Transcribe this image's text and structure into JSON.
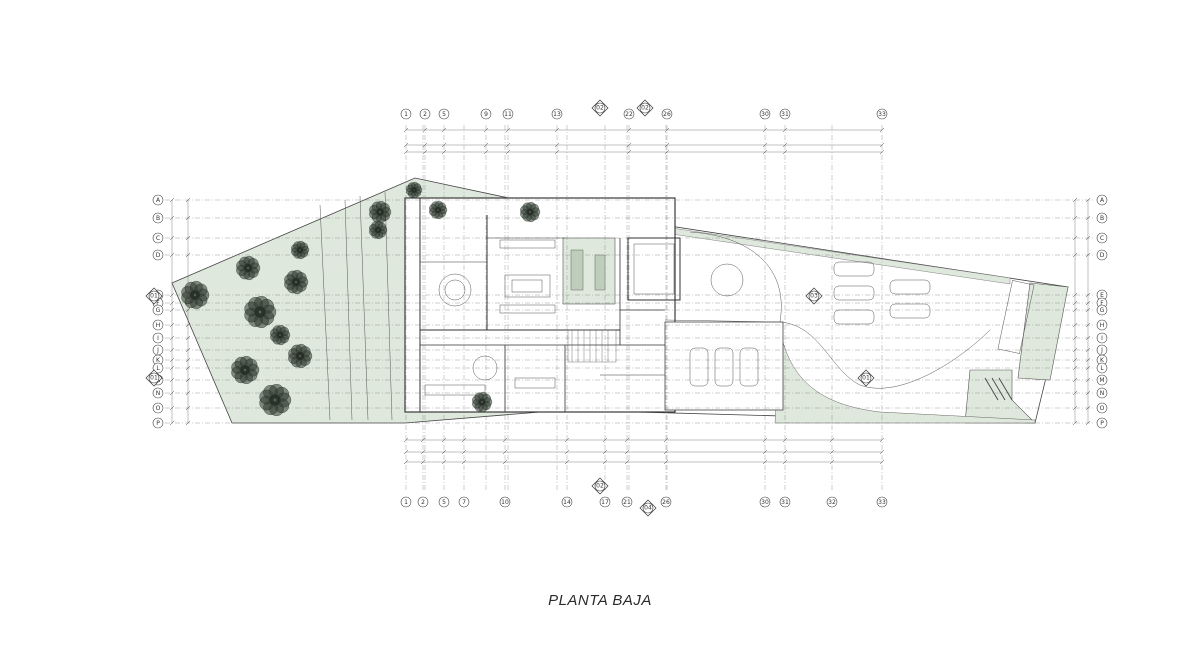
{
  "caption": "PLANTA BAJA",
  "axes": {
    "top": [
      "1",
      "2",
      "5",
      "9",
      "11",
      "13",
      "22",
      "26",
      "30",
      "31",
      "33"
    ],
    "bottom": [
      "1",
      "2",
      "5",
      "7",
      "10",
      "14",
      "17",
      "21",
      "26",
      "30",
      "31",
      "32",
      "33"
    ],
    "left": [
      "A",
      "B",
      "C",
      "D",
      "E",
      "F",
      "G",
      "H",
      "I",
      "J",
      "K",
      "L",
      "M",
      "N",
      "O",
      "P"
    ],
    "right": [
      "A",
      "B",
      "C",
      "D",
      "E",
      "F",
      "G",
      "H",
      "I",
      "J",
      "K",
      "L",
      "M",
      "N",
      "O",
      "P"
    ]
  },
  "section_markers": [
    {
      "label": "02",
      "name": "section-marker-02-top"
    },
    {
      "label": "02",
      "name": "section-marker-02-top-b"
    },
    {
      "label": "01",
      "name": "section-marker-01-left-upper"
    },
    {
      "label": "01",
      "name": "section-marker-01-left-lower"
    },
    {
      "label": "03",
      "name": "section-marker-03"
    },
    {
      "label": "01",
      "name": "section-marker-01-right"
    },
    {
      "label": "02",
      "name": "section-marker-02-bottom"
    },
    {
      "label": "04",
      "name": "section-marker-04-bottom"
    }
  ],
  "colors": {
    "garden": "#dfe8dc",
    "walls": "#3a3a3a",
    "lines": "#555555",
    "dash": "#777777",
    "tree": "#2f3a2f"
  }
}
